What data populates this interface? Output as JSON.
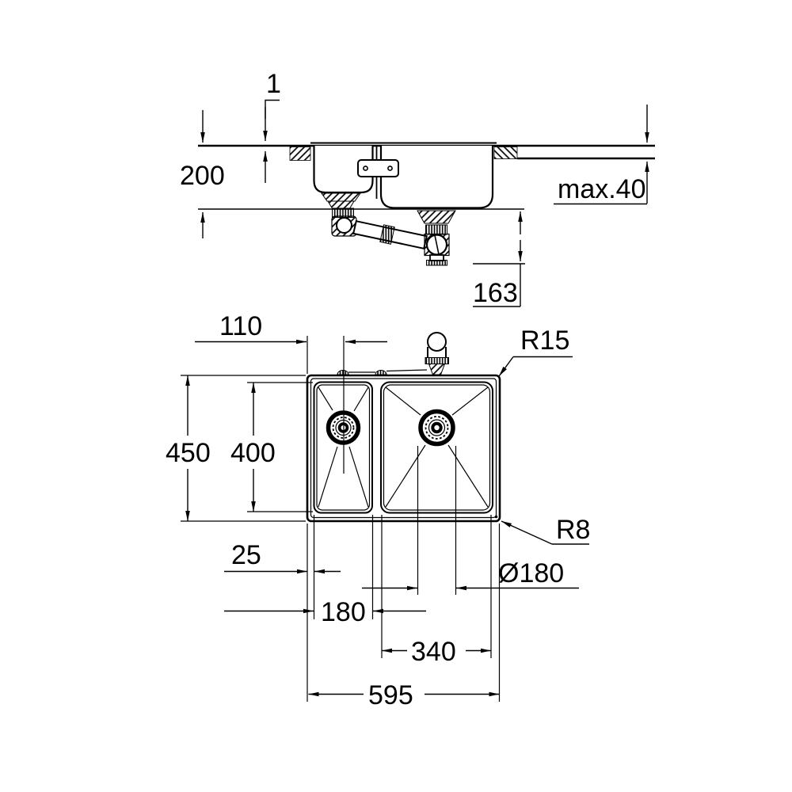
{
  "drawing": {
    "background": "#ffffff",
    "line_color": "#000000",
    "views": {
      "section": {
        "labels": {
          "rim_height": "1",
          "install_depth": "200",
          "counter_thickness": "max.40",
          "trap_clearance": "163"
        }
      },
      "plan": {
        "labels": {
          "drain_offset": "110",
          "bowl_corner_radius": "R15",
          "overall_depth": "450",
          "bowl_depth": "400",
          "rim_offset": "25",
          "outer_corner_radius": "R8",
          "drain_cutout_diameter": "Ø180",
          "small_bowl_width": "180",
          "large_bowl_width": "340",
          "overall_width": "595"
        }
      }
    }
  }
}
